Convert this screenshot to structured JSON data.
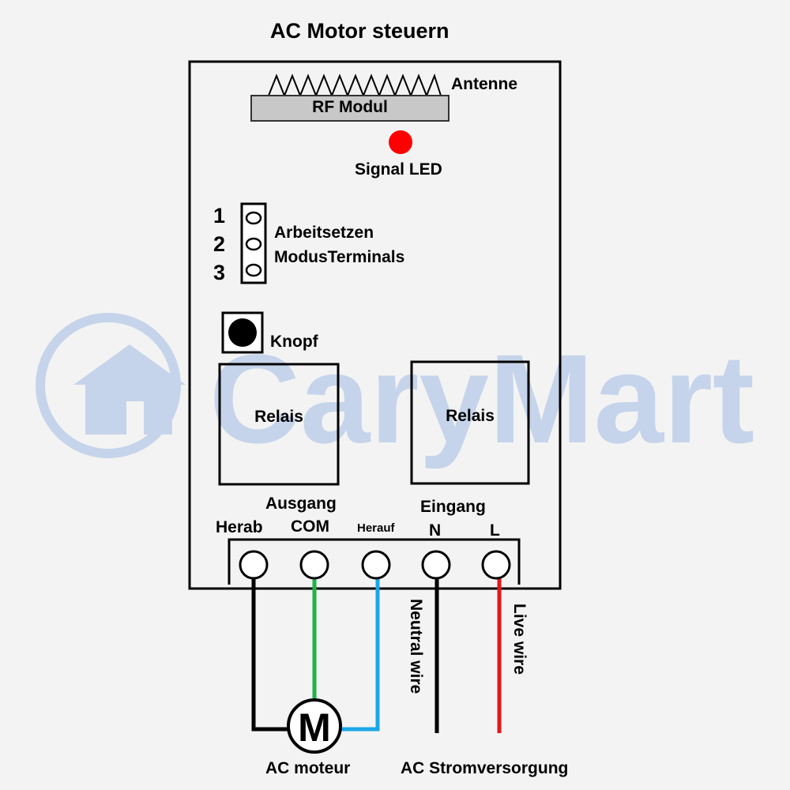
{
  "diagram": {
    "title": "AC Motor steuern",
    "rf_module": {
      "antenna_label": "Antenne",
      "module_label": "RF Modul"
    },
    "signal_led": {
      "label": "Signal LED",
      "color": "#ff0000"
    },
    "jumper": {
      "pin_numbers": [
        "1",
        "2",
        "3"
      ],
      "label_line1": "Arbeitsetzen",
      "label_line2": "ModusTerminals"
    },
    "button": {
      "label": "Knopf"
    },
    "relays": [
      {
        "label": "Relais"
      },
      {
        "label": "Relais"
      }
    ],
    "terminals": {
      "output_group_label": "Ausgang",
      "input_group_label": "Eingang",
      "labels": [
        "Herab",
        "COM",
        "Herauf",
        "N",
        "L"
      ]
    },
    "wires": {
      "neutral_label": "Neutral wire",
      "live_label": "Live wire",
      "colors": {
        "herab": "#000000",
        "com": "#1db34a",
        "herauf": "#1aa7e6",
        "neutral": "#000000",
        "live": "#e4171b"
      }
    },
    "motor": {
      "symbol": "M",
      "label": "AC moteur"
    },
    "power_label": "AC Stromversorgung",
    "watermark": {
      "text": "CaryMart",
      "color": "#c5d4ea"
    }
  }
}
